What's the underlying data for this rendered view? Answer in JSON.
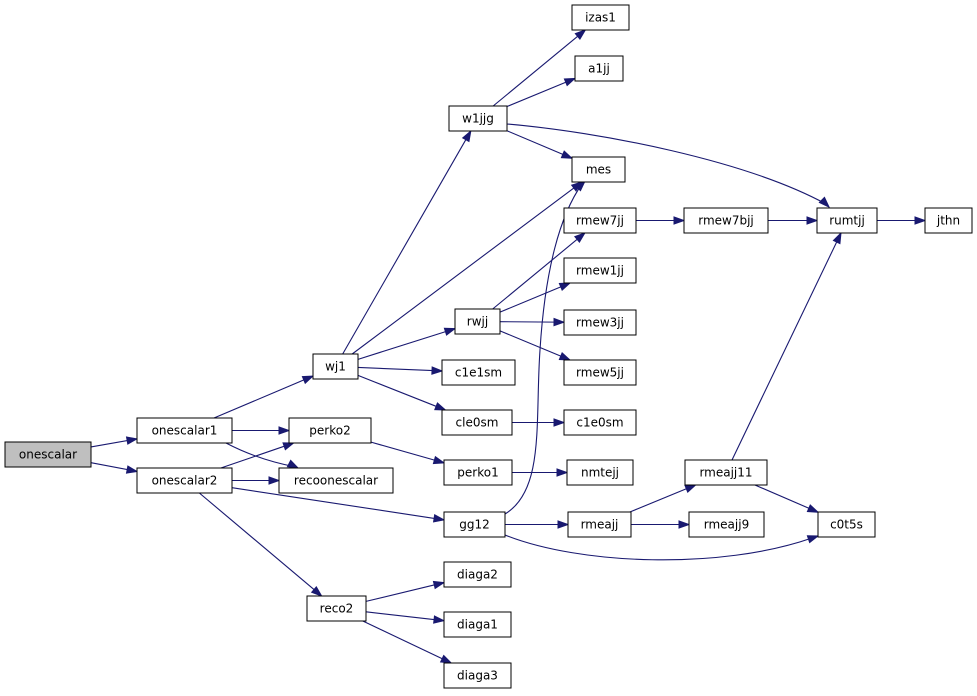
{
  "colors": {
    "edge": "#191970",
    "node_border": "#000000",
    "root_fill": "#bfbfbf",
    "node_fill": "#ffffff"
  },
  "nodes": [
    {
      "id": "onescalar",
      "label": "onescalar",
      "root": true
    },
    {
      "id": "onescalar1",
      "label": "onescalar1"
    },
    {
      "id": "onescalar2",
      "label": "onescalar2"
    },
    {
      "id": "wj1",
      "label": "wj1"
    },
    {
      "id": "perko2",
      "label": "perko2"
    },
    {
      "id": "recoonescalar",
      "label": "recoonescalar"
    },
    {
      "id": "gg12",
      "label": "gg12"
    },
    {
      "id": "reco2",
      "label": "reco2"
    },
    {
      "id": "w1jjg",
      "label": "w1jjg"
    },
    {
      "id": "mes",
      "label": "mes"
    },
    {
      "id": "rwjj",
      "label": "rwjj"
    },
    {
      "id": "c1e1sm",
      "label": "c1e1sm"
    },
    {
      "id": "cle0sm",
      "label": "cle0sm"
    },
    {
      "id": "perko1",
      "label": "perko1"
    },
    {
      "id": "diaga2",
      "label": "diaga2"
    },
    {
      "id": "diaga1",
      "label": "diaga1"
    },
    {
      "id": "diaga3",
      "label": "diaga3"
    },
    {
      "id": "izas1",
      "label": "izas1"
    },
    {
      "id": "a1jj",
      "label": "a1jj"
    },
    {
      "id": "rmew7jj",
      "label": "rmew7jj"
    },
    {
      "id": "rmew1jj",
      "label": "rmew1jj"
    },
    {
      "id": "rmew3jj",
      "label": "rmew3jj"
    },
    {
      "id": "rmew5jj",
      "label": "rmew5jj"
    },
    {
      "id": "c1e0sm",
      "label": "c1e0sm"
    },
    {
      "id": "nmtejj",
      "label": "nmtejj"
    },
    {
      "id": "rmeajj",
      "label": "rmeajj"
    },
    {
      "id": "rmew7bjj",
      "label": "rmew7bjj"
    },
    {
      "id": "rmeajj11",
      "label": "rmeajj11"
    },
    {
      "id": "rmeajj9",
      "label": "rmeajj9"
    },
    {
      "id": "rumtjj",
      "label": "rumtjj"
    },
    {
      "id": "c0t5s",
      "label": "c0t5s"
    },
    {
      "id": "jthn",
      "label": "jthn"
    }
  ],
  "edges": [
    {
      "from": "onescalar",
      "to": "onescalar1"
    },
    {
      "from": "onescalar",
      "to": "onescalar2"
    },
    {
      "from": "onescalar1",
      "to": "wj1"
    },
    {
      "from": "onescalar1",
      "to": "perko2"
    },
    {
      "from": "onescalar1",
      "to": "recoonescalar"
    },
    {
      "from": "onescalar2",
      "to": "perko2"
    },
    {
      "from": "onescalar2",
      "to": "recoonescalar"
    },
    {
      "from": "onescalar2",
      "to": "gg12"
    },
    {
      "from": "onescalar2",
      "to": "reco2"
    },
    {
      "from": "wj1",
      "to": "w1jjg"
    },
    {
      "from": "wj1",
      "to": "mes"
    },
    {
      "from": "wj1",
      "to": "rwjj"
    },
    {
      "from": "wj1",
      "to": "c1e1sm"
    },
    {
      "from": "wj1",
      "to": "cle0sm"
    },
    {
      "from": "w1jjg",
      "to": "izas1"
    },
    {
      "from": "w1jjg",
      "to": "a1jj"
    },
    {
      "from": "w1jjg",
      "to": "mes"
    },
    {
      "from": "w1jjg",
      "to": "rumtjj"
    },
    {
      "from": "rwjj",
      "to": "rmew7jj"
    },
    {
      "from": "rwjj",
      "to": "rmew1jj"
    },
    {
      "from": "rwjj",
      "to": "rmew3jj"
    },
    {
      "from": "rwjj",
      "to": "rmew5jj"
    },
    {
      "from": "rmew7jj",
      "to": "rmew7bjj"
    },
    {
      "from": "rmew7bjj",
      "to": "rumtjj"
    },
    {
      "from": "rumtjj",
      "to": "jthn"
    },
    {
      "from": "cle0sm",
      "to": "c1e0sm"
    },
    {
      "from": "perko2",
      "to": "perko1"
    },
    {
      "from": "perko1",
      "to": "nmtejj"
    },
    {
      "from": "gg12",
      "to": "mes"
    },
    {
      "from": "gg12",
      "to": "rmeajj"
    },
    {
      "from": "gg12",
      "to": "c0t5s"
    },
    {
      "from": "rmeajj",
      "to": "rmeajj11"
    },
    {
      "from": "rmeajj",
      "to": "rmeajj9"
    },
    {
      "from": "rmeajj11",
      "to": "rumtjj"
    },
    {
      "from": "rmeajj11",
      "to": "c0t5s"
    },
    {
      "from": "reco2",
      "to": "diaga2"
    },
    {
      "from": "reco2",
      "to": "diaga1"
    },
    {
      "from": "reco2",
      "to": "diaga3"
    }
  ]
}
